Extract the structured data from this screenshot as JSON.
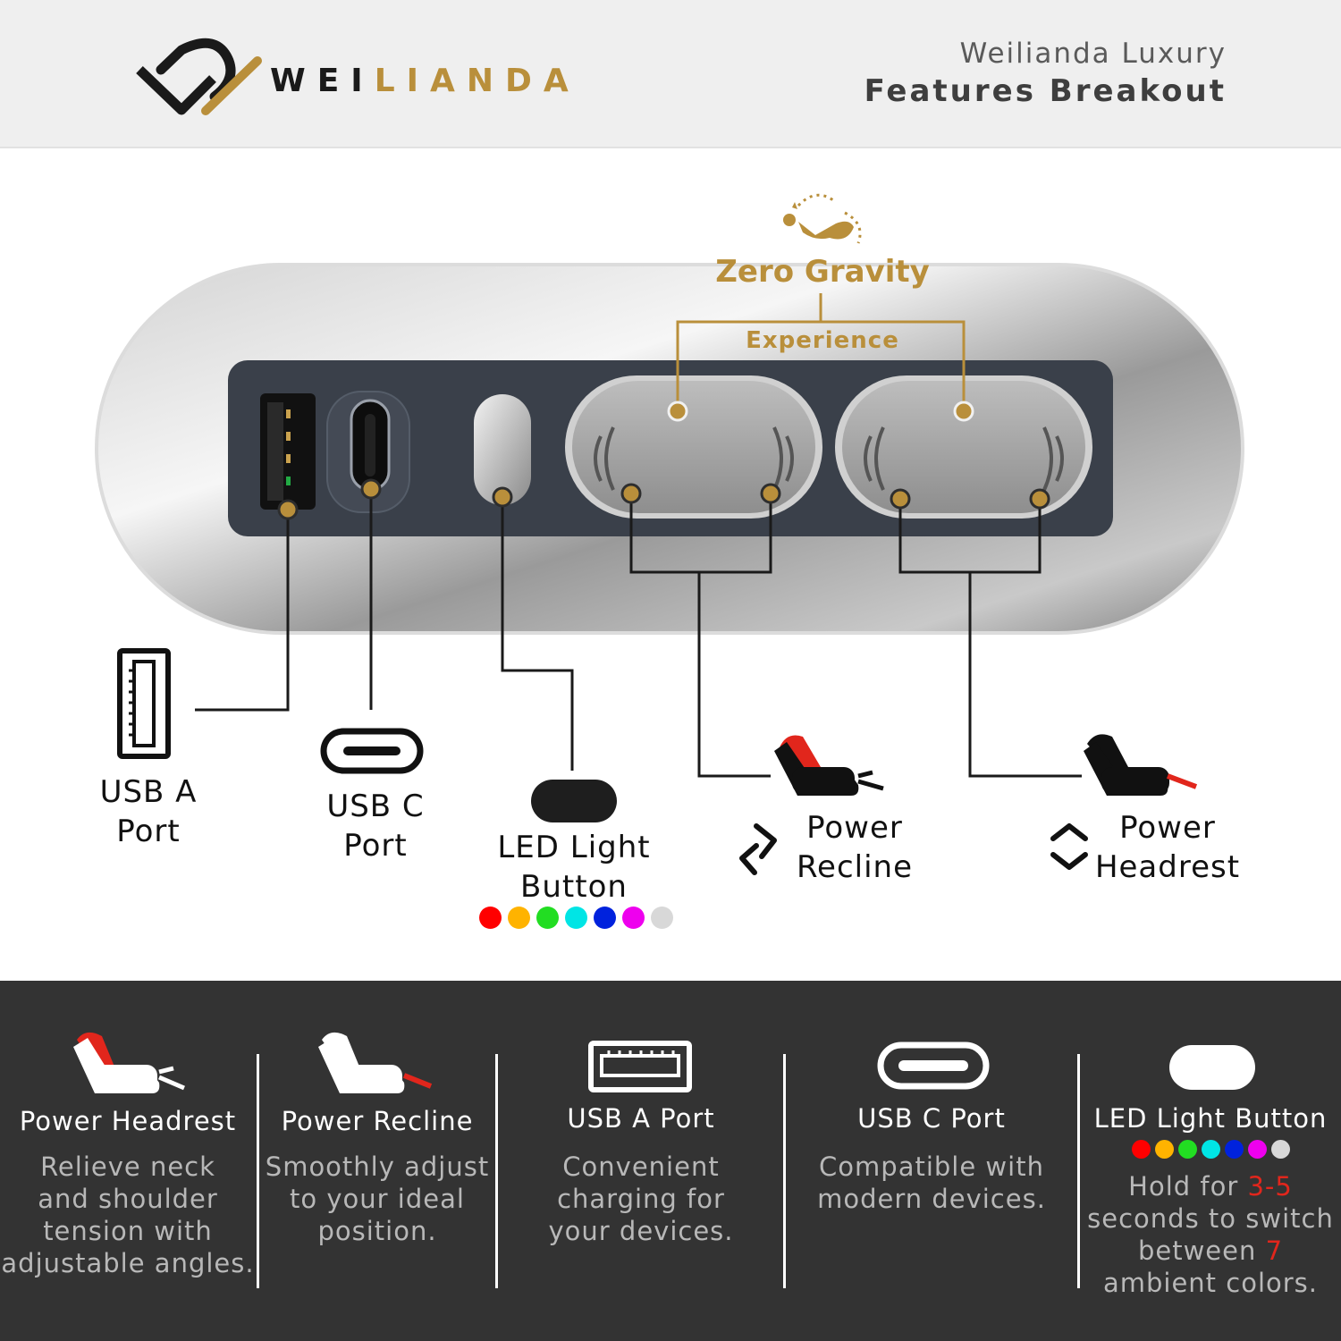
{
  "header": {
    "brand_part1": "WEI",
    "brand_part2": "LIANDA",
    "tagline_line1": "Weilianda Luxury",
    "tagline_line2": "Features Breakout"
  },
  "colors": {
    "gold": "#b98f3b",
    "dark_band": "#333333",
    "panel": "#3a404a",
    "highlight_red": "#e1261c"
  },
  "diagram": {
    "zero_gravity": "Zero Gravity",
    "experience": "Experience",
    "callouts": {
      "usb_a": [
        "USB A",
        "Port"
      ],
      "usb_c": [
        "USB C",
        "Port"
      ],
      "led": [
        "LED Light",
        "Button"
      ],
      "recline": [
        "Power",
        "Recline"
      ],
      "headrest": [
        "Power",
        "Headrest"
      ]
    },
    "icons": {
      "usb_a": "usb-a-port-icon",
      "usb_c": "usb-c-port-icon",
      "led": "led-button-icon",
      "recline": "recliner-footrest-icon",
      "headrest": "recliner-headrest-icon",
      "zero_gravity": "zero-gravity-icon"
    }
  },
  "led_colors": [
    "#ff0000",
    "#ffb300",
    "#22dd22",
    "#00e5e5",
    "#0022dd",
    "#ee00ee",
    "#d8d8d8"
  ],
  "features": [
    {
      "title": "Power Headrest",
      "desc": [
        "Relieve neck",
        "and shoulder",
        "tension with",
        "adjustable angles."
      ]
    },
    {
      "title": "Power Recline",
      "desc": [
        "Smoothly adjust",
        "to your ideal",
        "position."
      ]
    },
    {
      "title": "USB A Port",
      "desc": [
        "Convenient",
        "charging for",
        "your devices."
      ]
    },
    {
      "title": "USB C Port",
      "desc": [
        "Compatible with",
        "modern devices."
      ]
    },
    {
      "title": "LED Light Button",
      "desc_line1": [
        "Hold for ",
        "3-5"
      ],
      "desc_line2": "seconds to switch",
      "desc_line3": [
        "between ",
        "7"
      ],
      "desc_line4": "ambient colors."
    }
  ]
}
